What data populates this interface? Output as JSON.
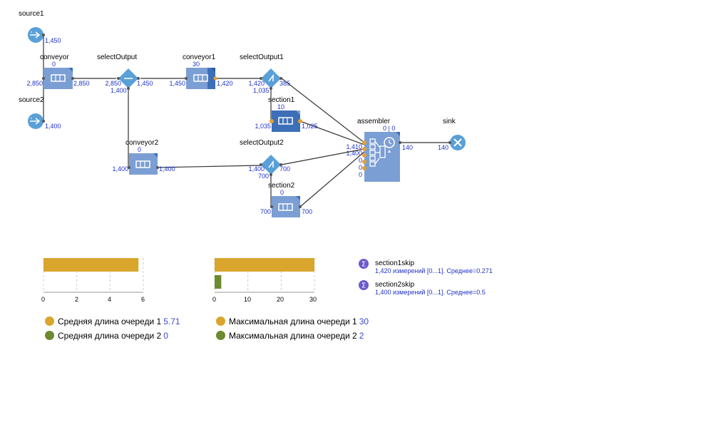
{
  "colors": {
    "block": "#7b9fd4",
    "block_dark": "#3d6fb8",
    "node": "#5aa0d8",
    "port": "#e8a030",
    "link": "#333333",
    "count": "#1f32c8",
    "series1": "#d9a52d",
    "series2": "#6c8a2e",
    "stat": "#6a5acd"
  },
  "blocks": {
    "source1": {
      "name": "source1",
      "count": "1,450"
    },
    "source2": {
      "name": "source2",
      "count": "1,400"
    },
    "conveyor": {
      "name": "conveyor",
      "count_top": "0",
      "count_in": "2,850",
      "count_out": "2,850"
    },
    "selectOutput": {
      "name": "selectOutput",
      "count_in": "2,850",
      "count_out_t": "1,450",
      "count_out_f": "1,400"
    },
    "conveyor1": {
      "name": "conveyor1",
      "count_top": "30",
      "count_in": "1,450",
      "count_out": "1,420"
    },
    "selectOutput1": {
      "name": "selectOutput1",
      "count_in": "1,420",
      "count_out_t": "385",
      "count_out_f": "1,035"
    },
    "section1": {
      "name": "section1",
      "count_top": "10",
      "count_in": "1,035",
      "count_out": "1,025"
    },
    "conveyor2": {
      "name": "conveyor2",
      "count_top": "0",
      "count_in": "1,400",
      "count_out": "1,400"
    },
    "selectOutput2": {
      "name": "selectOutput2",
      "count_in": "1,400",
      "count_out_t": "700",
      "count_out_f": "700"
    },
    "section2": {
      "name": "section2",
      "count_top": "0",
      "count_in": "700",
      "count_out": "700"
    },
    "assembler": {
      "name": "assembler",
      "count_top": "0 | 0",
      "in1": "1,410",
      "in2": "1,400",
      "in3": "0",
      "in4": "0",
      "in5": "0",
      "count_out": "140"
    },
    "sink": {
      "name": "sink",
      "count": "140"
    }
  },
  "stats": [
    {
      "name": "section1skip",
      "desc": "1,420 измерений [0...1]. Среднее=0.271"
    },
    {
      "name": "section2skip",
      "desc": "1,400 измерений [0...1]. Среднее=0.5"
    }
  ],
  "chart_data": [
    {
      "type": "bar",
      "orientation": "horizontal",
      "series": [
        {
          "name": "Средняя длина очереди 1",
          "value": 5.71,
          "value_label": "5.71"
        },
        {
          "name": "Средняя длина очереди 2",
          "value": 0,
          "value_label": "0"
        }
      ],
      "xlim": [
        0,
        6
      ],
      "ticks": [
        "0",
        "2",
        "4",
        "6"
      ],
      "grid": true,
      "legend": "bottom"
    },
    {
      "type": "bar",
      "orientation": "horizontal",
      "series": [
        {
          "name": "Максимальная длина очереди 1",
          "value": 30,
          "value_label": "30"
        },
        {
          "name": "Максимальная длина очереди 2",
          "value": 2,
          "value_label": "2"
        }
      ],
      "xlim": [
        0,
        30
      ],
      "ticks": [
        "0",
        "10",
        "20",
        "30"
      ],
      "grid": true,
      "legend": "bottom"
    }
  ]
}
